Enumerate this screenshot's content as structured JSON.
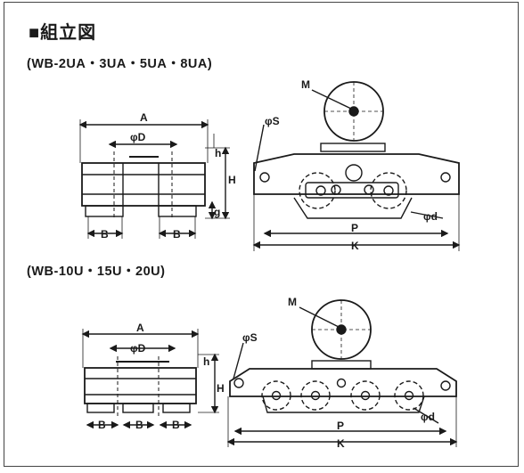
{
  "title": "■組立図",
  "section1": {
    "label": "(WB-2UA・3UA・5UA・8UA)",
    "dims": {
      "A": "A",
      "D": "φD",
      "H": "H",
      "h": "h",
      "g": "g",
      "B1": "B",
      "B2": "B",
      "M": "M",
      "S": "φS",
      "d": "φd",
      "P": "P",
      "K": "K"
    }
  },
  "section2": {
    "label": "(WB-10U・15U・20U)",
    "dims": {
      "A": "A",
      "D": "φD",
      "H": "H",
      "h": "h",
      "B1": "B",
      "B2": "B",
      "B3": "B",
      "M": "M",
      "S": "φS",
      "d": "φd",
      "P": "P",
      "K": "K"
    }
  }
}
